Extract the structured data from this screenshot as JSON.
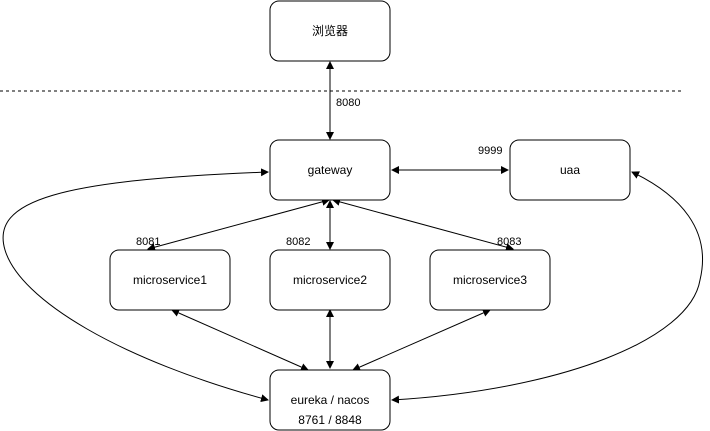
{
  "nodes": {
    "browser": "浏览器",
    "gateway": "gateway",
    "uaa": "uaa",
    "ms1": "microservice1",
    "ms2": "microservice2",
    "ms3": "microservice3",
    "registry_line1": "eureka / nacos",
    "registry_line2": "8761 / 8848"
  },
  "ports": {
    "gateway": "8080",
    "uaa": "9999",
    "ms1": "8081",
    "ms2": "8082",
    "ms3": "8083"
  }
}
